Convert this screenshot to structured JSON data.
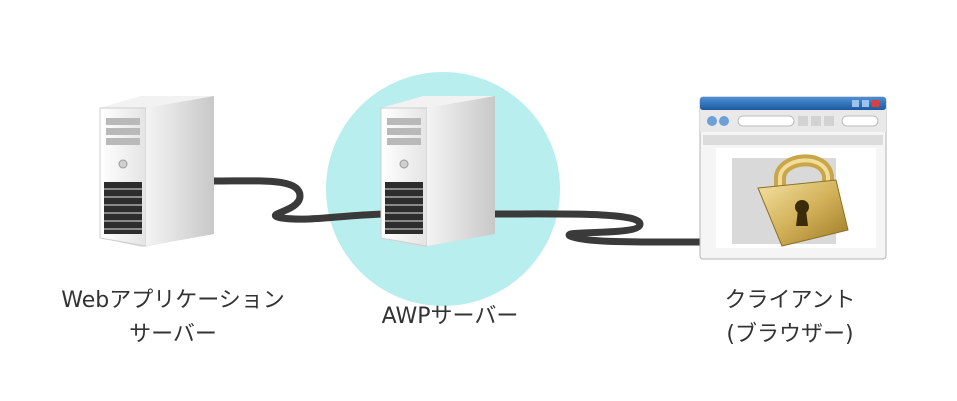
{
  "nodes": {
    "web_server": {
      "label_line1": "Webアプリケーション",
      "label_line2": "サーバー",
      "icon": "server-tower-icon"
    },
    "awp_server": {
      "label": "AWPサーバー",
      "icon": "server-tower-icon",
      "highlight_color": "#b8eeee"
    },
    "client": {
      "label_line1": "クライアント",
      "label_line2": "(ブラウザー)",
      "icon": "browser-window-icon",
      "overlay_icon": "padlock-icon"
    }
  },
  "colors": {
    "connection": "#3a3a3a",
    "label_text": "#333333",
    "browser_titlebar": "#2f6fb6",
    "padlock_gold": "#c9a64a"
  }
}
